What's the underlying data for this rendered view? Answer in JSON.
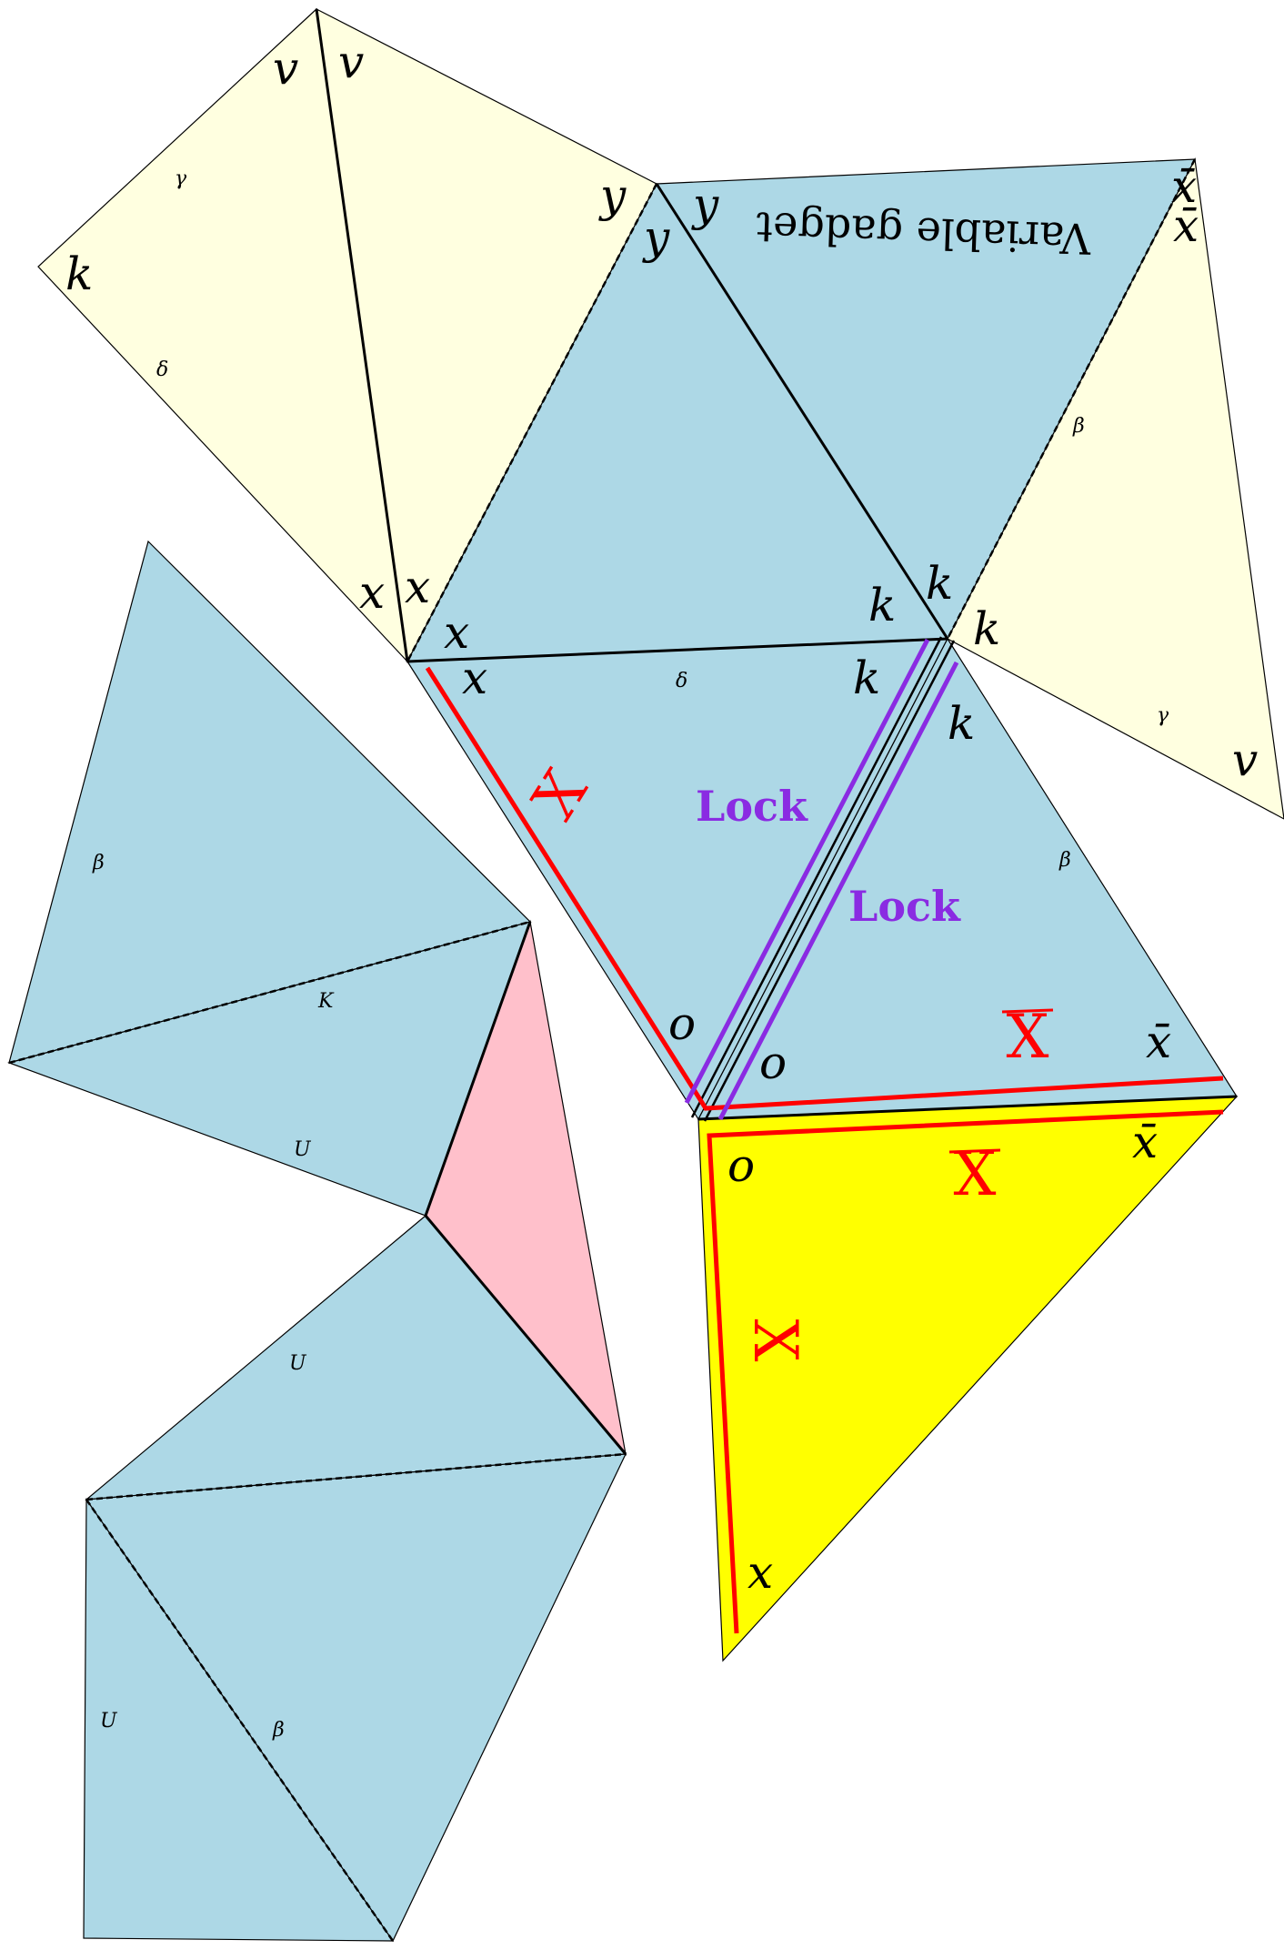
{
  "title": "Variable gadget",
  "colors": {
    "face_blue": "#add8e6",
    "face_cream": "#ffffe0",
    "face_yellow": "#ffff00",
    "face_pink": "#ffc0cb",
    "x_path": "#ff0000",
    "lock": "#8a2be2",
    "edge": "#000000"
  },
  "vertex_labels": {
    "v": "v",
    "k": "k",
    "x": "x",
    "y": "y",
    "o": "o",
    "xbar": "x̄"
  },
  "face_labels": {
    "gamma": "γ",
    "delta": "δ",
    "beta": "β",
    "K": "K",
    "U": "U"
  },
  "paths": {
    "X": "X",
    "Xbar": "X"
  },
  "lock_label": "Lock"
}
